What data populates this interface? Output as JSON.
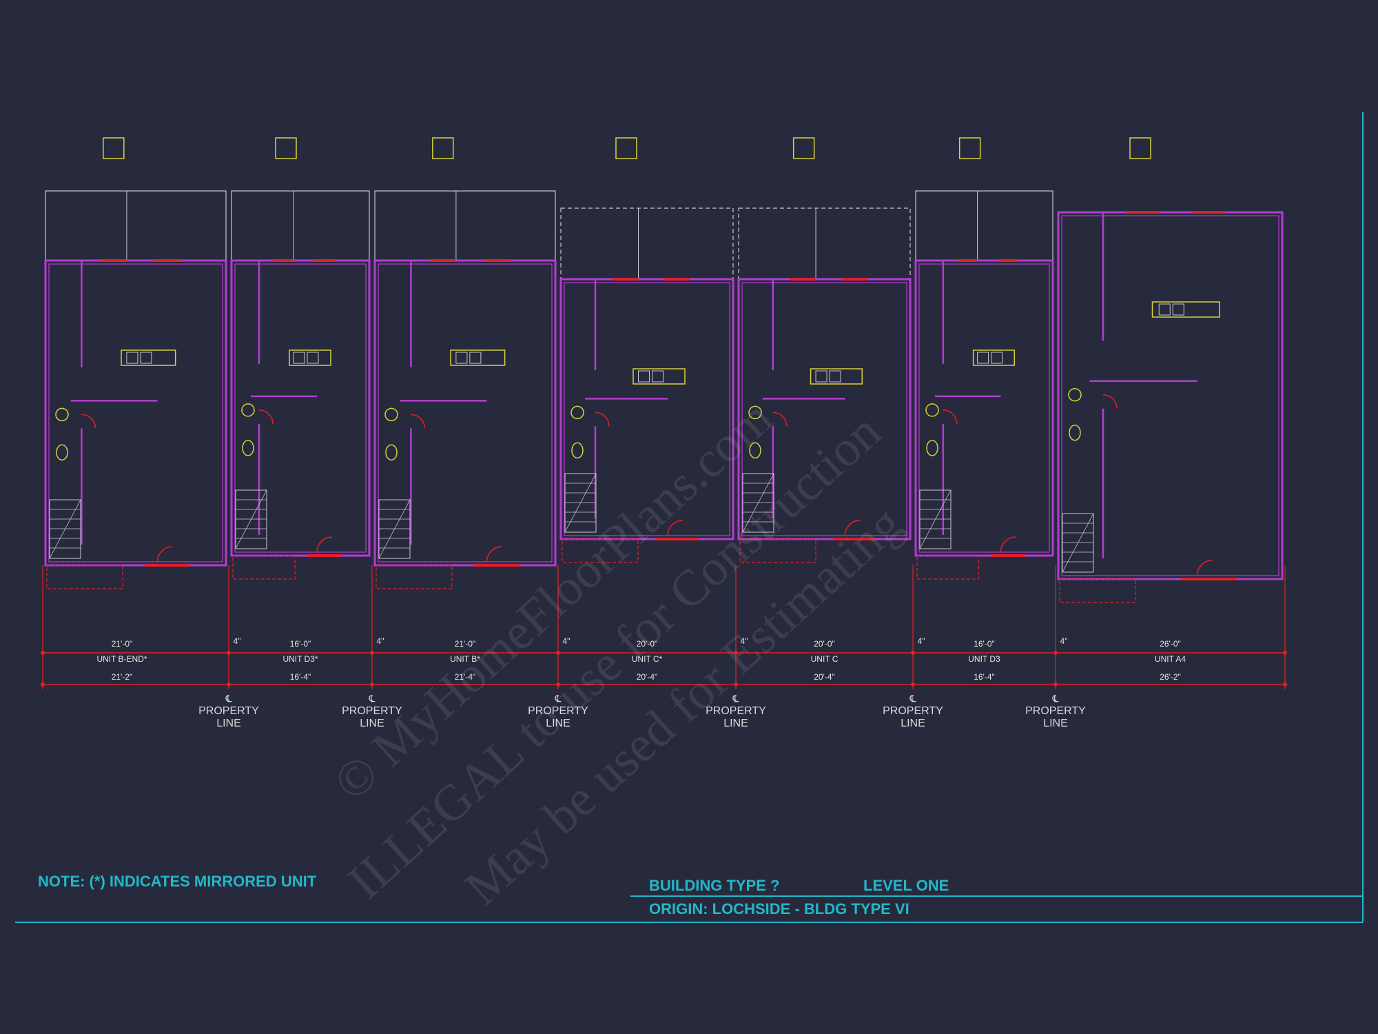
{
  "drawing": {
    "units": [
      {
        "name": "UNIT B-END*",
        "top_dim": "21'-0\"",
        "bottom_dim": "21'-2\""
      },
      {
        "name": "UNIT D3*",
        "top_dim": "16'-0\"",
        "bottom_dim": "16'-4\""
      },
      {
        "name": "UNIT B*",
        "top_dim": "21'-0\"",
        "bottom_dim": "21'-4\""
      },
      {
        "name": "UNIT C*",
        "top_dim": "20'-0\"",
        "bottom_dim": "20'-4\""
      },
      {
        "name": "UNIT C",
        "top_dim": "20'-0\"",
        "bottom_dim": "20'-4\""
      },
      {
        "name": "UNIT D3",
        "top_dim": "16'-0\"",
        "bottom_dim": "16'-4\""
      },
      {
        "name": "UNIT A4",
        "top_dim": "26'-0\"",
        "bottom_dim": "26'-2\""
      }
    ],
    "wall_gap_dim": "4\"",
    "property_line": {
      "mark": "℄",
      "line1": "PROPERTY",
      "line2": "LINE"
    },
    "note": "NOTE:  (*)  INDICATES MIRRORED UNIT",
    "building_type": "BUILDING TYPE ?",
    "level": "LEVEL ONE",
    "origin": "ORIGIN: LOCHSIDE - BLDG TYPE VI",
    "watermark_line1": "© MyHomeFloorPlans.com",
    "watermark_line2": "ILLEGAL to use for Construction",
    "watermark_line3": "May be used for Estimating"
  },
  "colors": {
    "background": "#272a3c",
    "wall": "#b43cd2",
    "dimension": "#e0202a",
    "fixture": "#d8d23a",
    "detail": "#c8c8d0",
    "title": "#22b8c8"
  }
}
